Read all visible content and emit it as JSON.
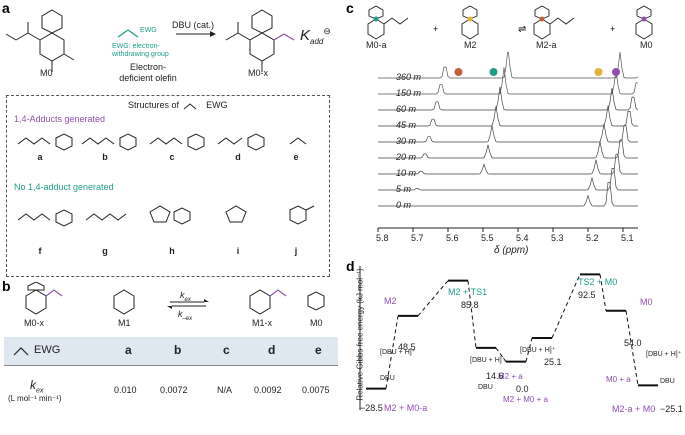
{
  "panel_a": {
    "label": "a",
    "m0": "M0",
    "ewg_group": "EWG",
    "ewg_note": "EWG: electron-withdrawing group",
    "olefin_label": "Electron-deficient olefin",
    "catalyst": "DBU (cat.)",
    "product": "M0-x",
    "k_add": "K",
    "k_add_sub": "add",
    "k_add_sup": "⊖",
    "box_title": "Structures of",
    "box_title_ewg": "EWG",
    "adducts_title": "1,4-Adducts generated",
    "no_adducts_title": "No 1,4-adduct generated",
    "row1": [
      "a",
      "b",
      "c",
      "d",
      "e"
    ],
    "row2": [
      "f",
      "g",
      "h",
      "i",
      "j"
    ]
  },
  "panel_b": {
    "label": "b",
    "reactant1": "M0-x",
    "reactant2": "M1",
    "product1": "M1-x",
    "product2": "M0",
    "k_forward": "k",
    "k_forward_sub": "ex",
    "k_reverse": "k",
    "k_reverse_sub": "–ex",
    "table_header_ewg": "EWG",
    "table_cols": [
      "a",
      "b",
      "c",
      "d",
      "e"
    ],
    "row_label": "k",
    "row_label_sub": "ex",
    "row_unit": "(L mol⁻¹ min⁻¹)",
    "values": [
      "0.010",
      "0.0072",
      "N/A",
      "0.0092",
      "0.0075"
    ]
  },
  "panel_c": {
    "label": "c",
    "species": [
      "M0-a",
      "M2",
      "M2-a",
      "M0"
    ],
    "xlabel": "δ (ppm)",
    "times": [
      "360 m",
      "150 m",
      "60 m",
      "45 m",
      "30 m",
      "20 m",
      "10 m",
      "5 m",
      "0 m"
    ],
    "colors": {
      "brown": "#c0603a",
      "teal": "#1d9e8a",
      "gold": "#e3b23c",
      "purple": "#8e4fb0"
    }
  },
  "panel_d": {
    "label": "d",
    "ylabel": "Relative Gibbs free energy (kJ mol⁻¹)",
    "states": [
      {
        "name": "M2 + M0-a",
        "energy": "−28.5"
      },
      {
        "name": "M2",
        "energy": "48.5"
      },
      {
        "name": "M2 + TS1",
        "energy": "85.8"
      },
      {
        "name": "M2 + a",
        "energy": "14.6"
      },
      {
        "name": "M2 + M0 + a",
        "energy": "0.0"
      },
      {
        "name": "M0 + a",
        "energy": "25.1"
      },
      {
        "name": "TS2 + M0",
        "energy": "92.5"
      },
      {
        "name": "M0",
        "energy": "54.0"
      },
      {
        "name": "M2-a + M0",
        "energy": "−25.1"
      }
    ],
    "dbu": "DBU",
    "dbuh": "[DBU + H]⁺"
  },
  "chart_data": {
    "type": "line",
    "title": "",
    "xlabel": "δ (ppm)",
    "ylabel": "Relative Gibbs free energy (kJ mol⁻¹)",
    "categories": [
      "M2 + M0-a",
      "M2",
      "M2 + TS1",
      "M2 + a",
      "M2 + M0 + a",
      "M0 + a",
      "TS2 + M0",
      "M0",
      "M2-a + M0"
    ],
    "values": [
      -28.5,
      48.5,
      85.8,
      14.6,
      0.0,
      25.1,
      92.5,
      54.0,
      -25.1
    ],
    "x_ticks": [
      "5.8",
      "5.7",
      "5.6",
      "5.5",
      "5.4",
      "5.3",
      "5.2",
      "5.1"
    ]
  }
}
